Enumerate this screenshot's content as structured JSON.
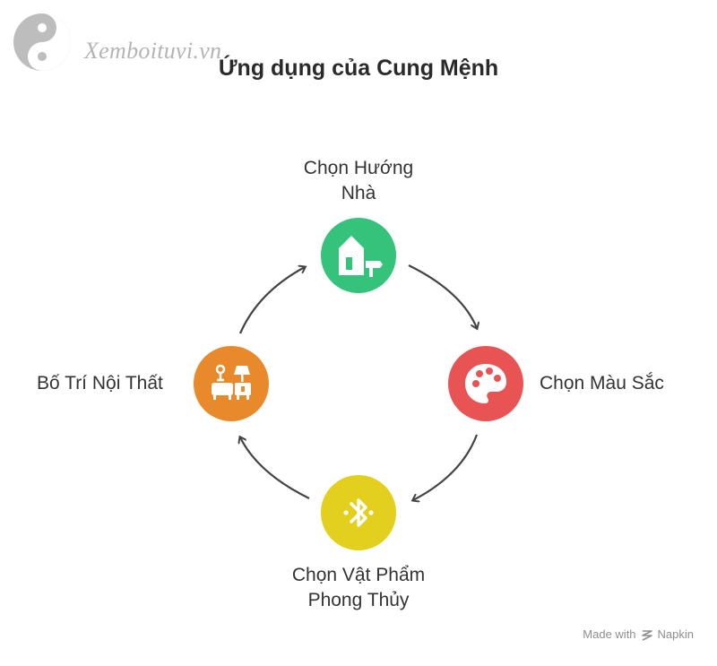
{
  "watermark": {
    "text": "Xemboituvi.vn",
    "icon": "yin-yang-icon"
  },
  "title": "Ứng dụng của Cung Mệnh",
  "nodes": [
    {
      "line1": "Chọn Hướng",
      "line2": "Nhà",
      "icon": "house-direction-icon",
      "color": "#35c27b"
    },
    {
      "line1": "Chọn Màu Sắc",
      "icon": "paint-palette-icon",
      "color": "#e85454"
    },
    {
      "line1": "Chọn Vật Phẩm",
      "line2": "Phong Thủy",
      "icon": "bluetooth-icon",
      "color": "#e3cf1e"
    },
    {
      "line1": "Bố Trí Nội Thất",
      "icon": "furniture-icon",
      "color": "#e88a2c"
    }
  ],
  "footer": {
    "made_with": "Made with",
    "brand": "Napkin",
    "icon": "napkin-logo-icon"
  }
}
